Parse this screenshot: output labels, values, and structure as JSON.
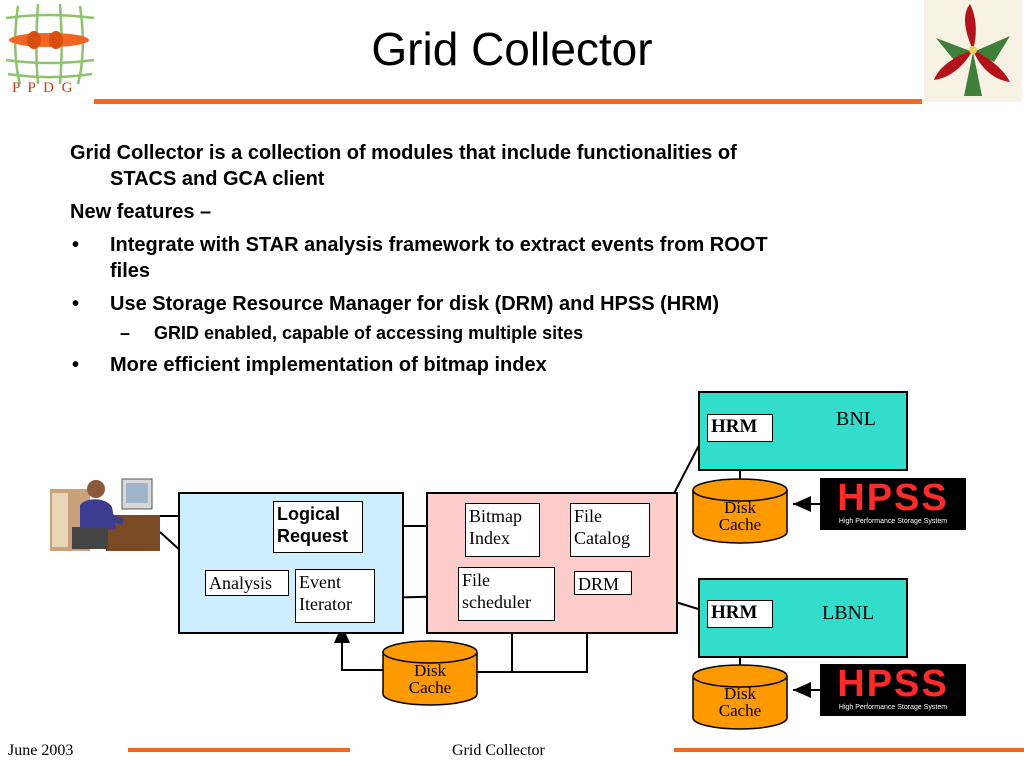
{
  "title": "Grid Collector",
  "bullets": {
    "intro_line1": "Grid Collector is a collection of modules that include functionalities of",
    "intro_line2": "STACS and GCA client",
    "new_features": "New features –",
    "item1_line1": "Integrate with STAR analysis framework to extract events from ROOT",
    "item1_line2": "files",
    "item2": "Use Storage Resource Manager for disk (DRM) and HPSS (HRM)",
    "item2_sub": "GRID enabled, capable of accessing multiple sites",
    "item3": "More efficient implementation of bitmap index",
    "bullet_char": "•",
    "dash_char": "–"
  },
  "diagram": {
    "logical_request": [
      "Logical",
      "Request"
    ],
    "analysis": "Analysis",
    "event_iterator": [
      "Event",
      "Iterator"
    ],
    "bitmap_index": [
      "Bitmap",
      "Index"
    ],
    "file_catalog": [
      "File",
      "Catalog"
    ],
    "file_scheduler": [
      "File",
      "scheduler"
    ],
    "drm": "DRM",
    "disk_cache_local": [
      "Disk",
      "Cache"
    ],
    "bnl_label": "BNL",
    "bnl_hrm": "HRM",
    "bnl_disk_cache": [
      "Disk",
      "Cache"
    ],
    "lbnl_label": "LBNL",
    "lbnl_hrm": "HRM",
    "lbnl_disk_cache": [
      "Disk",
      "Cache"
    ],
    "hpss_logo_text": "HPSS",
    "hpss_caption": "High Performance Storage System",
    "colors": {
      "client_box": "#cceeff",
      "server_box": "#ffcccc",
      "site_box": "#33ddcc",
      "disk": "#ff9900",
      "accent_rule": "#f26522"
    }
  },
  "logo": {
    "text": "P P D G"
  },
  "footer": {
    "date": "June 2003",
    "center": "Grid Collector"
  }
}
